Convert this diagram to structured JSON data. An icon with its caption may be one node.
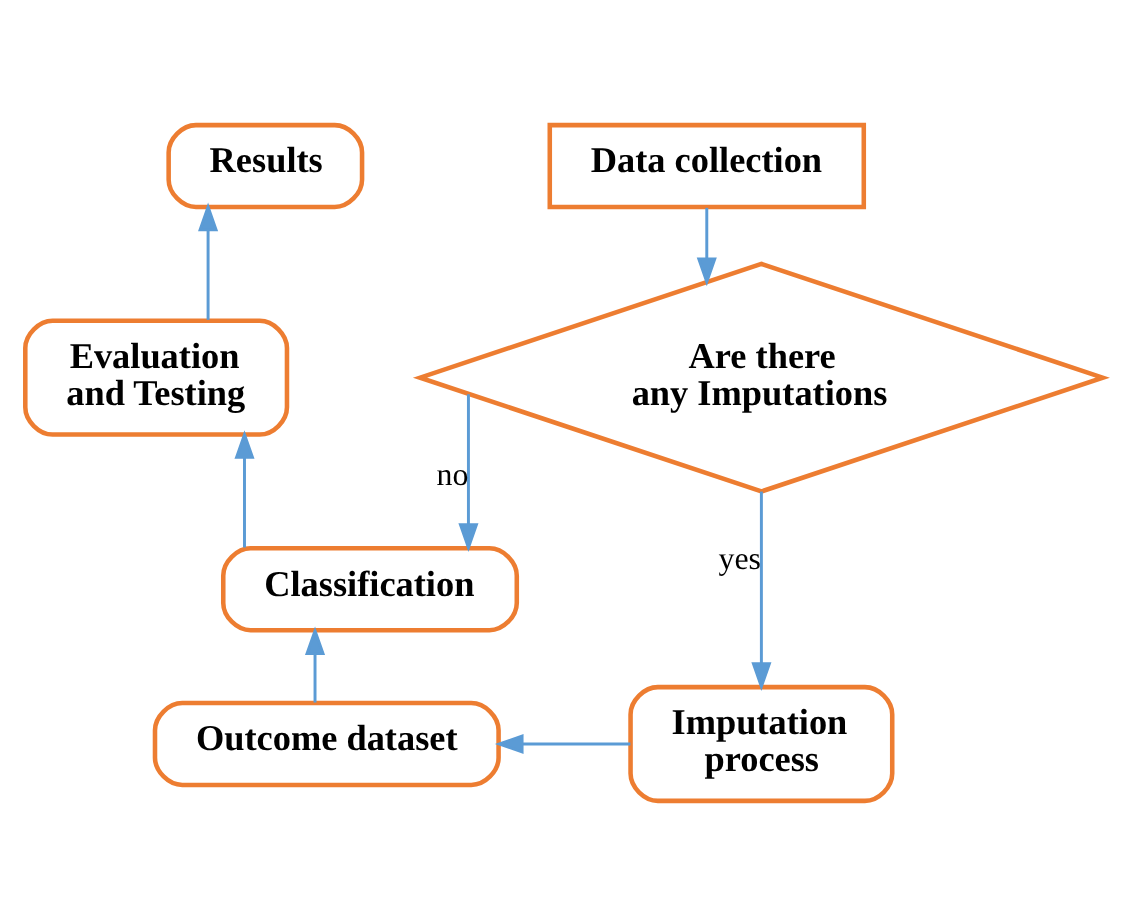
{
  "diagram": {
    "nodes": [
      {
        "text": [
          "Data collection"
        ]
      },
      {
        "text": [
          "Are there any Imputations"
        ]
      },
      {
        "text": [
          "Imputation process"
        ]
      },
      {
        "text": [
          "Outcome dataset"
        ]
      },
      {
        "text": [
          "Classification"
        ]
      },
      {
        "text": [
          "Evaluation and Testing"
        ]
      },
      {
        "text": [
          "Results"
        ]
      }
    ],
    "edges": [
      {
        "from": 0,
        "to": 1,
        "arrow": "to"
      },
      {
        "from": 1,
        "to": 2,
        "arrow": "to",
        "label": "yes"
      },
      {
        "from": 1,
        "to": 4,
        "arrow": "to",
        "label": "no"
      },
      {
        "from": 2,
        "to": 3,
        "arrow": "to"
      },
      {
        "from": 3,
        "to": 4,
        "arrow": "to"
      },
      {
        "from": 4,
        "to": 5,
        "arrow": "to"
      },
      {
        "from": 5,
        "to": 6,
        "arrow": "to"
      }
    ]
  }
}
